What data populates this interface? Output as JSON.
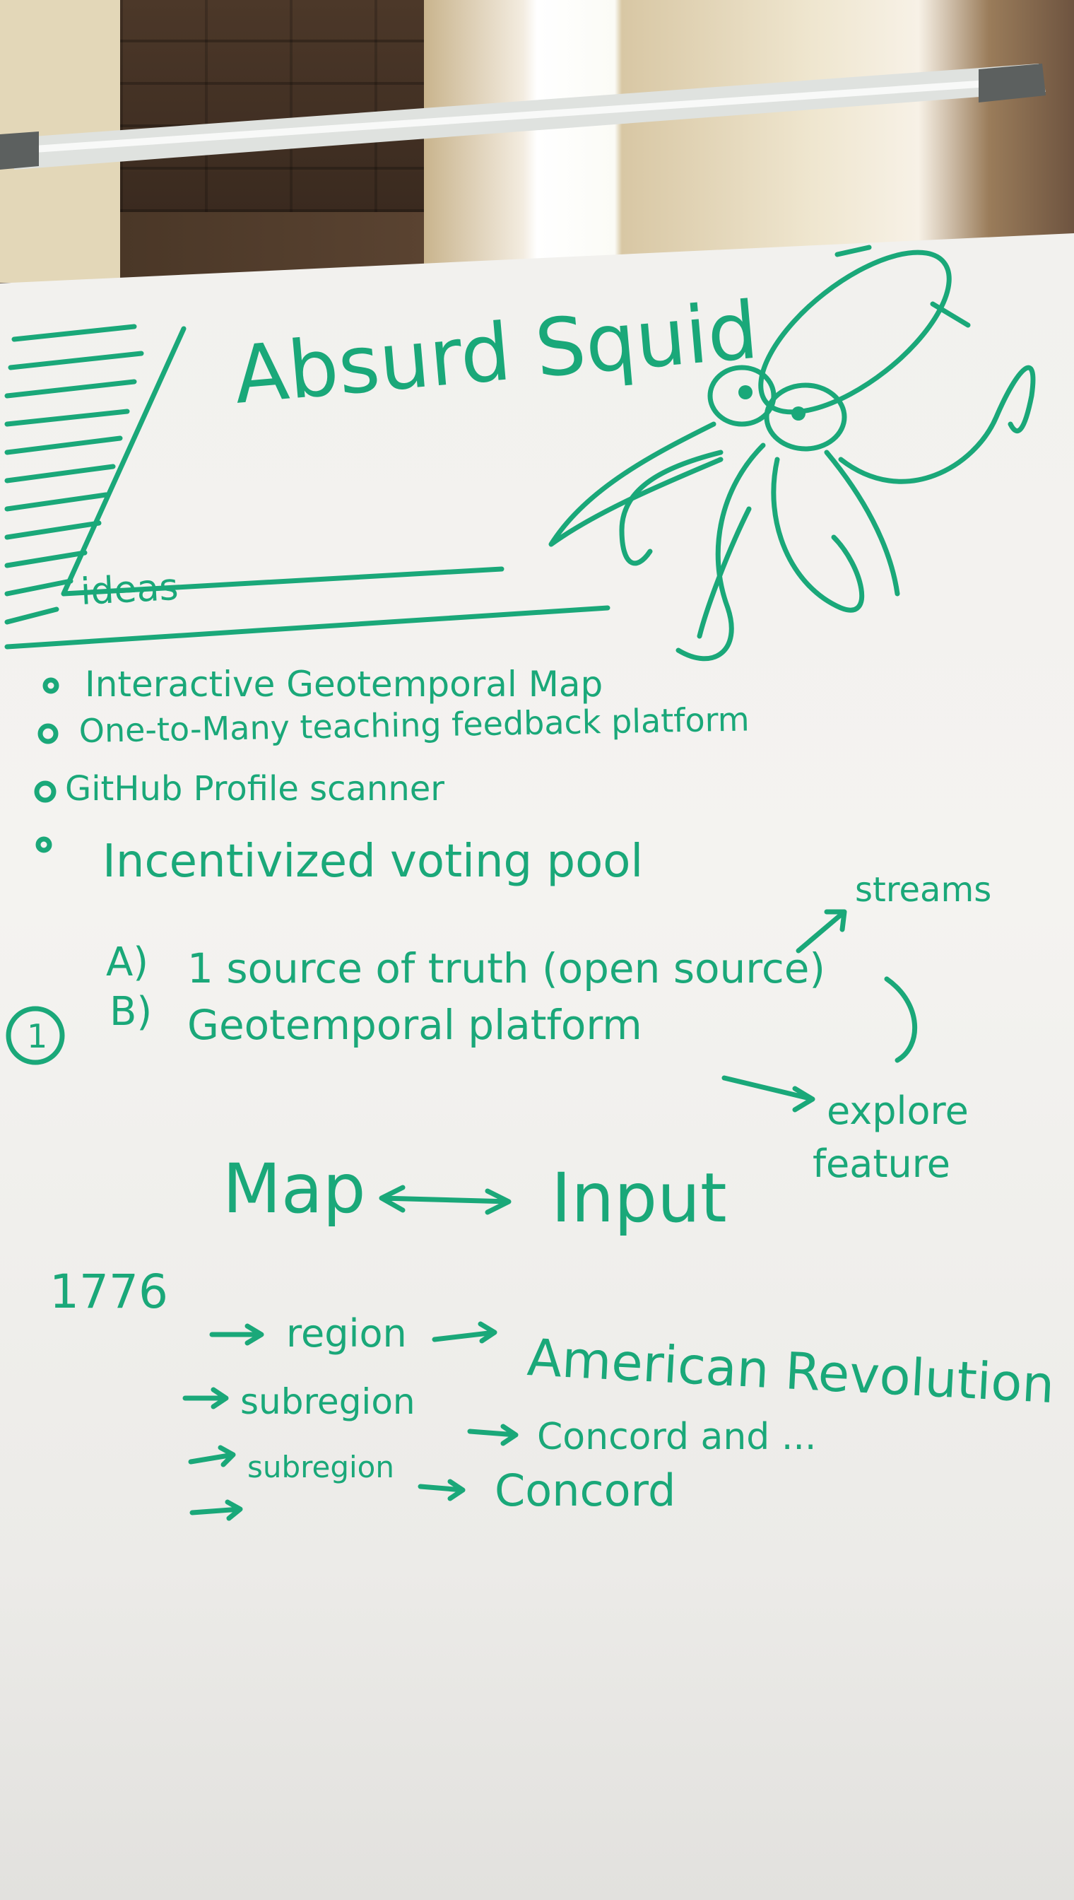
{
  "board": {
    "title": "Absurd Squid",
    "ideas_label": "ideas",
    "bullets": [
      "Interactive Geotemporal Map",
      "One-to-Many teaching feedback platform",
      "GitHub Profile scanner",
      "Incentivized voting pool"
    ],
    "circled_number": "1",
    "options": [
      {
        "letter": "A)",
        "text": "1 source of truth (open source)"
      },
      {
        "letter": "B)",
        "text": "Geotemporal platform"
      }
    ],
    "notes": {
      "streams": "streams",
      "explore_line1": "explore",
      "explore_line2": "feature"
    },
    "map_label": "Map",
    "input_label": "Input",
    "year": "1776",
    "flow": {
      "row1_a": "region",
      "row1_b": "American Revolution",
      "row2_a": "subregion",
      "row2_b": "Concord and ...",
      "row3_a": "subregion",
      "row3_b": "Concord"
    }
  },
  "colors": {
    "ink": "#1aa879",
    "board": "#f2f1ee",
    "rail": "#d9dcd9"
  }
}
